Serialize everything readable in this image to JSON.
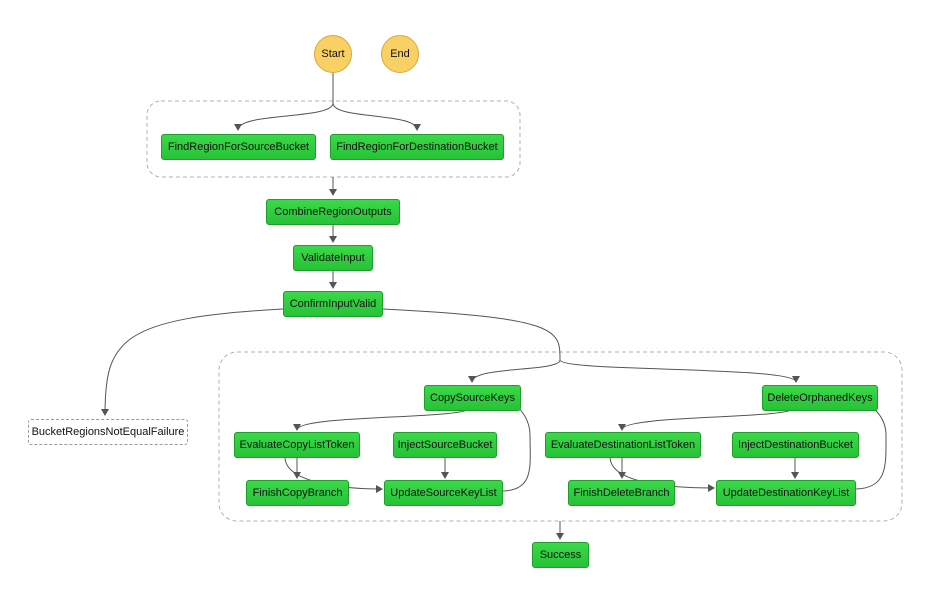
{
  "states": {
    "start": "Start",
    "end": "End",
    "find_source_region": "FindRegionForSourceBucket",
    "find_dest_region": "FindRegionForDestinationBucket",
    "combine_region_outputs": "CombineRegionOutputs",
    "validate_input": "ValidateInput",
    "confirm_input_valid": "ConfirmInputValid",
    "regions_not_equal_failure": "BucketRegionsNotEqualFailure",
    "copy_source_keys": "CopySourceKeys",
    "evaluate_copy_list_token": "EvaluateCopyListToken",
    "inject_source_bucket": "InjectSourceBucket",
    "finish_copy_branch": "FinishCopyBranch",
    "update_source_key_list": "UpdateSourceKeyList",
    "delete_orphaned_keys": "DeleteOrphanedKeys",
    "evaluate_destination_list_token": "EvaluateDestinationListToken",
    "inject_destination_bucket": "InjectDestinationBucket",
    "finish_delete_branch": "FinishDeleteBranch",
    "update_destination_key_list": "UpdateDestinationKeyList",
    "success": "Success"
  },
  "colors": {
    "task": "#2ecc40",
    "terminal": "#f9d064",
    "edge": "#555555",
    "group_border": "#b0b0b0"
  }
}
